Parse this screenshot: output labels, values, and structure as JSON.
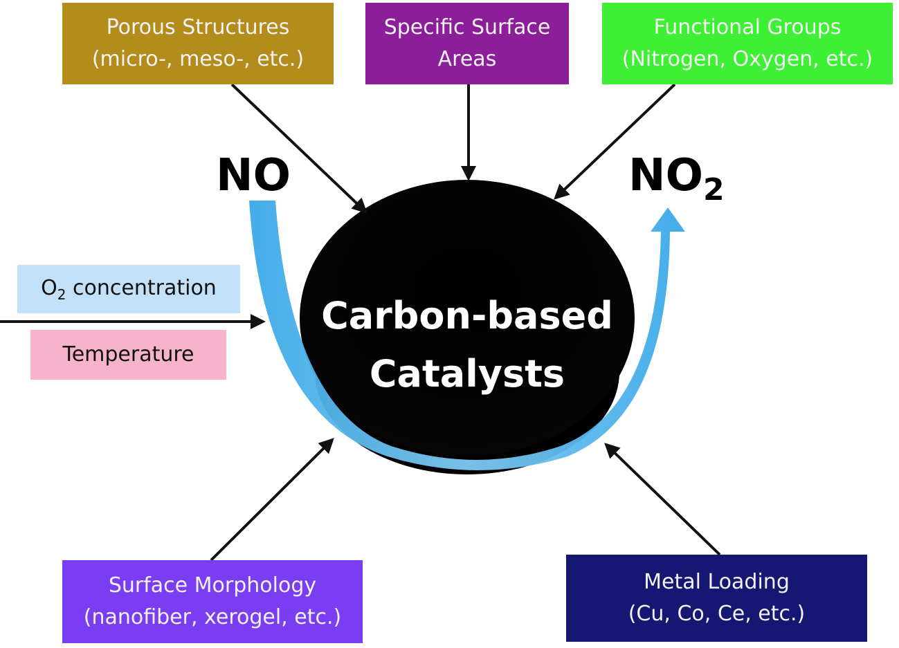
{
  "colors": {
    "porous": "#b38c1c",
    "surface_area": "#8c1f99",
    "functional": "#3df033",
    "morphology": "#7a3df2",
    "metal": "#161673",
    "o2": "#c2e0f7",
    "temperature": "#f7b3cc",
    "catalyst": "#000000",
    "flow_arrow": "#56b4e9",
    "arrows": "#111111"
  },
  "boxes": {
    "porous": {
      "line1": "Porous Structures",
      "line2": "(micro-, meso-, etc.)"
    },
    "surface_area": {
      "line1": "Specific Surface",
      "line2": "Areas"
    },
    "functional": {
      "line1": "Functional Groups",
      "line2": "(Nitrogen, Oxygen, etc.)"
    },
    "morphology": {
      "line1": "Surface Morphology",
      "line2": "(nanofiber, xerogel, etc.)"
    },
    "metal": {
      "line1": "Metal Loading",
      "line2": "(Cu, Co, Ce, etc.)"
    },
    "o2": {
      "prefix": "O",
      "subscript": "2",
      "suffix": " concentration"
    },
    "temperature": {
      "label": "Temperature"
    }
  },
  "catalyst": {
    "line1": "Carbon-based",
    "line2": "Catalysts"
  },
  "reactant": {
    "label": "NO"
  },
  "product": {
    "base": "NO",
    "subscript": "2"
  }
}
